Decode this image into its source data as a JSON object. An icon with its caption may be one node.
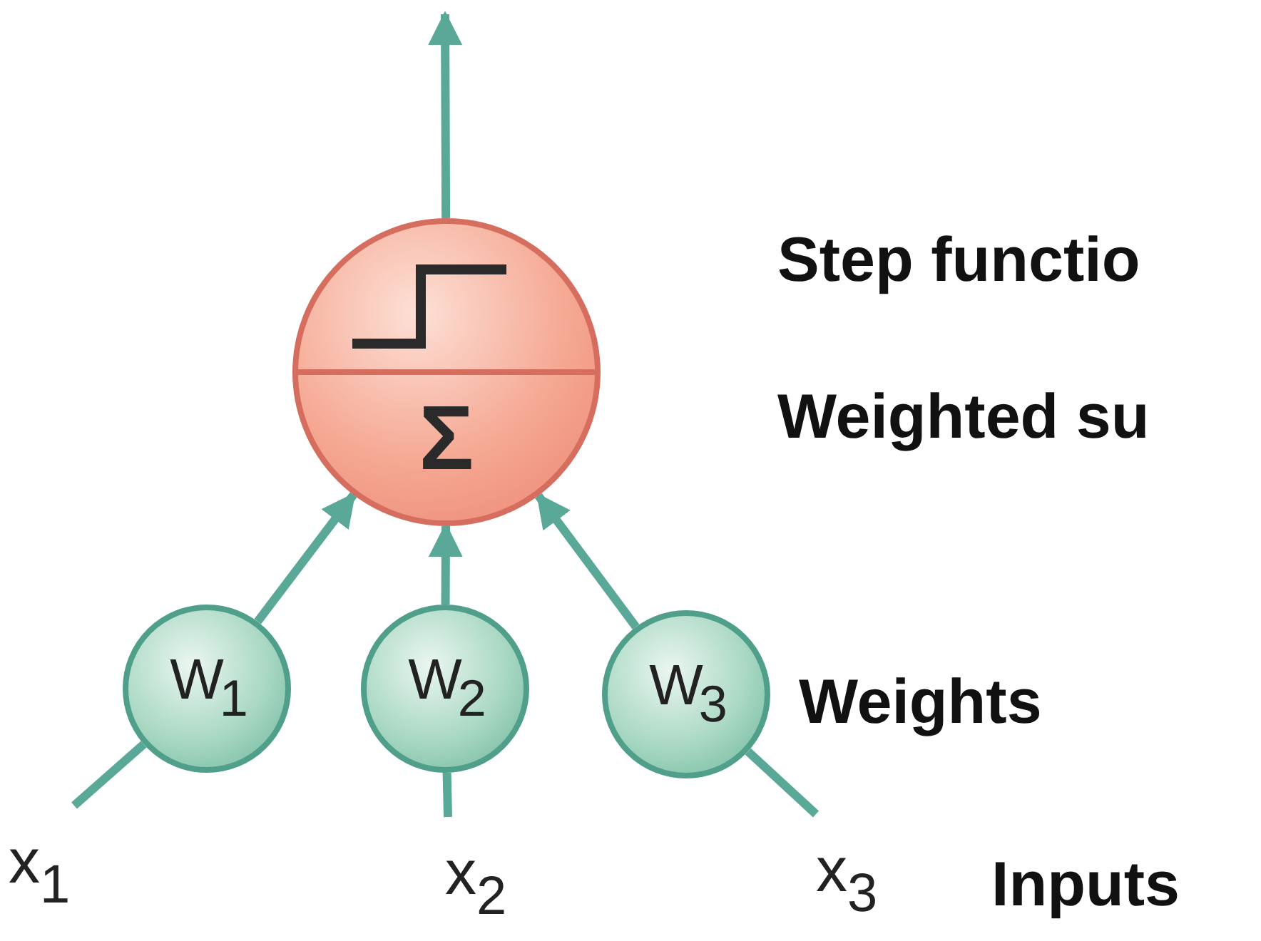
{
  "diagram": {
    "nodes": [
      {
        "text": [
          "Σ"
        ]
      },
      {
        "text": [
          "W$_{1}$"
        ]
      },
      {
        "text": [
          "W$_{2}$"
        ]
      },
      {
        "text": [
          "W$_{3}$"
        ]
      },
      {
        "text": [
          "x$_{1}$"
        ]
      },
      {
        "text": [
          "x$_{2}$"
        ]
      },
      {
        "text": [
          "x$_{3}$"
        ]
      }
    ],
    "edges": [
      {
        "from": 4,
        "to": 1,
        "arrow": "none"
      },
      {
        "from": 1,
        "to": 0,
        "arrow": "to"
      },
      {
        "from": 5,
        "to": 2,
        "arrow": "none"
      },
      {
        "from": 2,
        "to": 0,
        "arrow": "to"
      },
      {
        "from": 6,
        "to": 3,
        "arrow": "none"
      },
      {
        "from": 3,
        "to": 0,
        "arrow": "to"
      },
      {
        "from": 0,
        "to": null,
        "arrow": "to"
      }
    ],
    "labels": [
      "Step functio",
      "Weighted su",
      "Weights",
      "Inputs"
    ]
  }
}
